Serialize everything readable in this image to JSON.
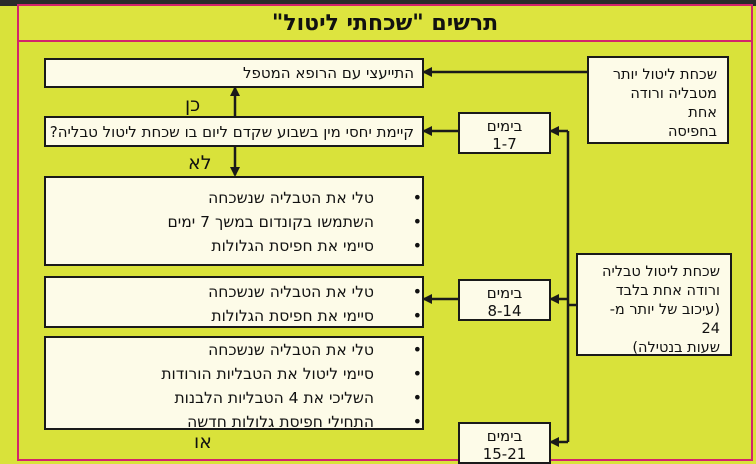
{
  "header": {
    "title": "תרשים \"שכחתי ליטול\""
  },
  "flow": {
    "consult": "התייעצי עם הרופא המטפל",
    "question": "קיימת יחסי מין בשבוע שקדם ליום בו שכחת ליטול טבליה?",
    "yes_label": "כן",
    "no_label": "לא",
    "or_label": "או"
  },
  "side": {
    "more_than_one": [
      "שכחת ליטול יותר",
      "מטבליה ורודה אחת",
      "בחפיסה"
    ],
    "only_one": [
      "שכחת ליטול טבליה",
      "ורודה אחת בלבד",
      "(עיכוב של יותר מ- 24",
      "שעות בנטילה)"
    ]
  },
  "days": [
    {
      "title": "בימים",
      "range": "1-7"
    },
    {
      "title": "בימים",
      "range": "8-14"
    },
    {
      "title": "בימים",
      "range": "15-21"
    }
  ],
  "boxes": {
    "days_1_7": [
      "טלי את הטבליה שנשכחה",
      "השתמשו בקונדום במשך 7 ימים",
      "סיימי את חפיסת הגלולות"
    ],
    "days_8_14": [
      "טלי את הטבליה שנשכחה",
      "סיימי את חפיסת הגלולות"
    ],
    "days_15_21": [
      "טלי את הטבליה שנשכחה",
      "סיימי ליטול את הטבליות הורודות",
      "השליכי את 4 הטבליות הלבנות",
      "התחילי חפיסת גלולות חדשה"
    ]
  },
  "colors": {
    "background": "#d9e23a",
    "frame": "#d3246b",
    "box": "#fdfbe8",
    "ink": "#1a1a1a"
  }
}
